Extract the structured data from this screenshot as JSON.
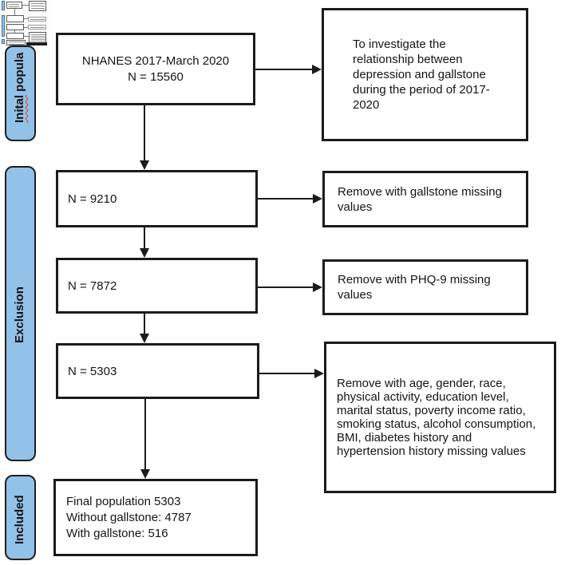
{
  "colors": {
    "label_fill": "#93C2E8",
    "line": "#1b1b1b",
    "misspell": "#e03c31"
  },
  "sidebar": {
    "labels": [
      {
        "word": "Inital",
        "rest": " popula"
      },
      {
        "text": "Exclusion"
      },
      {
        "text": "Included"
      }
    ]
  },
  "flow": {
    "initial_box": {
      "lines": [
        "NHANES 2017-March 2020",
        "N = 15560"
      ]
    },
    "objective_box": {
      "lines": [
        "To investigate the",
        "relationship between",
        "depression and gallstone",
        "during the period of 2017-",
        "2020"
      ]
    },
    "step1_box": {
      "text": "N = 9210"
    },
    "step1_reason": {
      "lines": [
        "Remove with gallstone missing",
        "values"
      ]
    },
    "step2_box": {
      "text": "N = 7872"
    },
    "step2_reason": {
      "lines": [
        "Remove with PHQ-9 missing",
        "values"
      ]
    },
    "step3_box": {
      "text": "N = 5303"
    },
    "step3_reason": {
      "lines": [
        "Remove with age, gender, race,",
        "physical activity, education level,",
        "marital status, poverty income ratio,",
        "smoking status, alcohol consumption,",
        "BMI, diabetes history and",
        "hypertension history missing values"
      ]
    },
    "final_box": {
      "lines": [
        "Final population 5303",
        "Without gallstone: 4787",
        "With gallstone: 516"
      ]
    }
  }
}
